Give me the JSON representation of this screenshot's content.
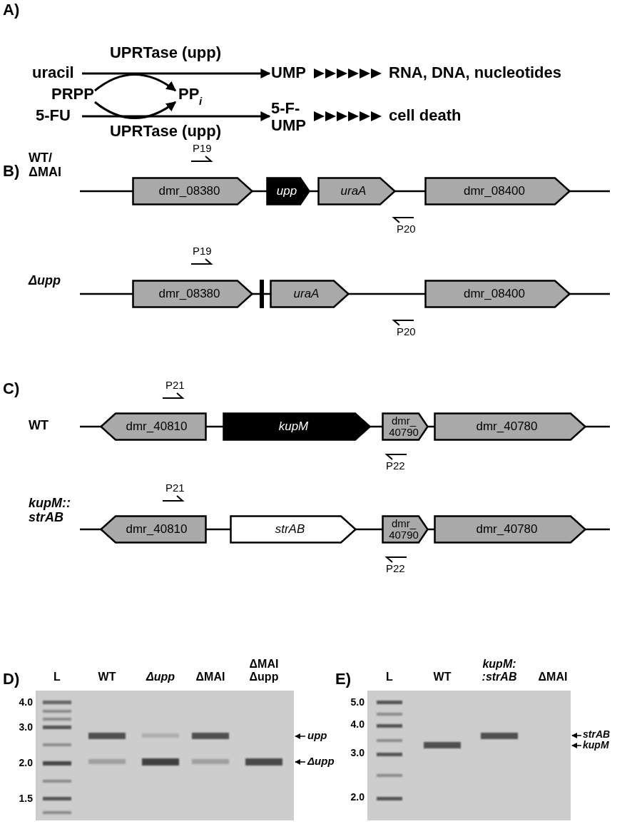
{
  "diagram": {
    "nodes": [
      {
        "text": [
          "dmr_08380"
        ]
      },
      {
        "text": [
          "upp"
        ]
      },
      {
        "text": [
          "uraA"
        ]
      },
      {
        "text": [
          "dmr_08400"
        ]
      },
      {
        "text": [
          "dmr_08380"
        ]
      },
      {
        "text": [
          "uraA"
        ]
      },
      {
        "text": [
          "dmr_08400"
        ]
      },
      {
        "text": [
          "dmr_40810"
        ]
      },
      {
        "text": [
          "kupM"
        ]
      },
      {
        "text": [
          "dmr_ 40790"
        ]
      },
      {
        "text": [
          "dmr_40780"
        ]
      },
      {
        "text": [
          "dmr_40810"
        ]
      },
      {
        "text": [
          "strAB"
        ]
      },
      {
        "text": [
          "dmr_ 40790"
        ]
      },
      {
        "text": [
          "dmr_40780"
        ]
      }
    ],
    "labels": [
      "A)",
      "uracil",
      "UPRTase (upp)",
      "UMP",
      "RNA, DNA, nucleotides",
      "PRPP",
      "PP",
      "i",
      "5-FU",
      "UPRTase (upp)",
      "5-F- UMP",
      "cell death",
      "B)",
      "WT/ ΔMAI",
      "P19",
      "P20",
      "Δupp",
      "P19",
      "P20",
      "C)",
      "WT",
      "P21",
      "P22",
      "kupM:: strAB",
      "P21",
      "P22",
      "D)",
      "L",
      "WT",
      "Δupp",
      "ΔMAI",
      "ΔMAI Δupp",
      "4.0",
      "3.0",
      "2.0",
      "1.5",
      "upp",
      "Δupp",
      "E)",
      "L",
      "WT",
      "kupM: :strAB",
      "ΔMAI",
      "5.0",
      "4.0",
      "3.0",
      "2.0",
      "strAB",
      "kupM"
    ]
  }
}
